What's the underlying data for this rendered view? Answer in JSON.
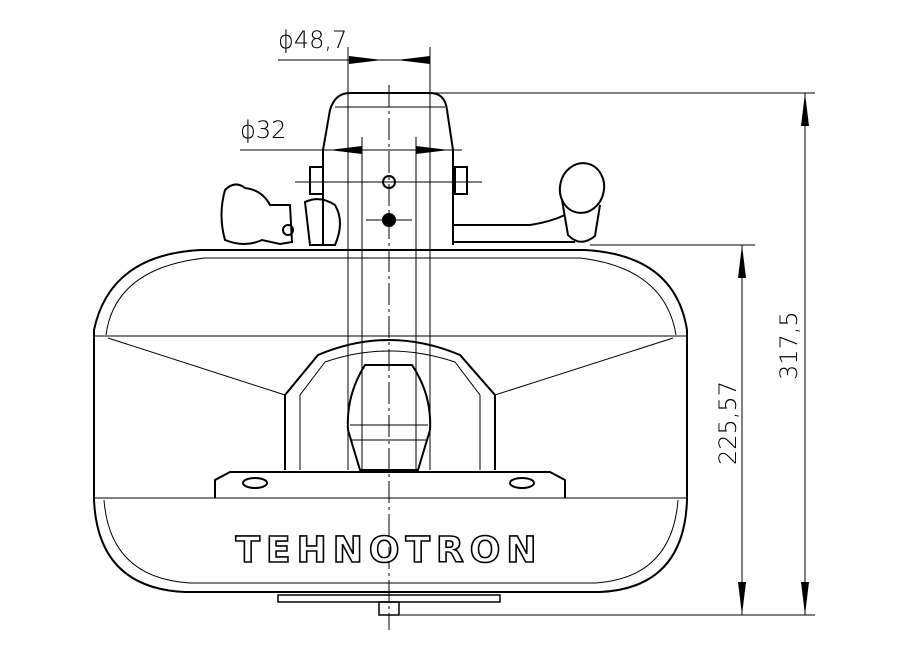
{
  "dimensions": {
    "outer_diameter": "ϕ48,7",
    "inner_diameter": "ϕ32",
    "total_height": "317,5",
    "body_height": "225,57"
  },
  "logo": {
    "text": "TEHNOTRON"
  }
}
